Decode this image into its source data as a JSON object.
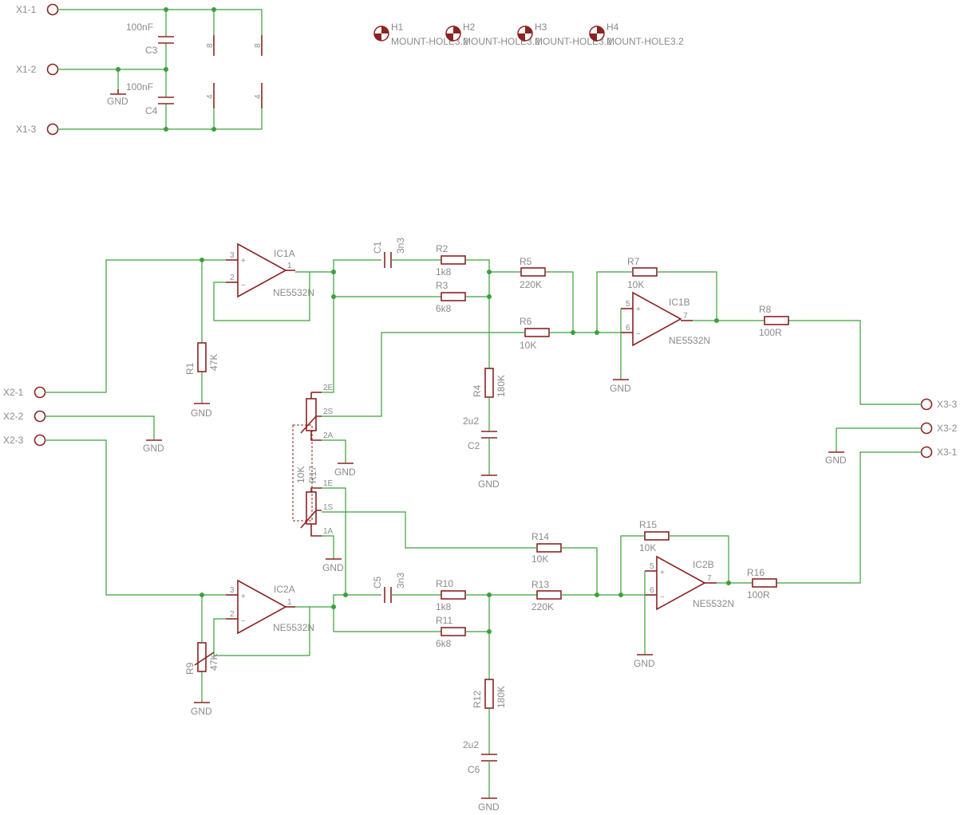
{
  "connectors": {
    "x1_1": "X1-1",
    "x1_2": "X1-2",
    "x1_3": "X1-3",
    "x2_1": "X2-1",
    "x2_2": "X2-2",
    "x2_3": "X2-3",
    "x3_1": "X3-1",
    "x3_2": "X3-2",
    "x3_3": "X3-3"
  },
  "gnd": "GND",
  "power": {
    "c3_value": "100nF",
    "c3_name": "C3",
    "c4_value": "100nF",
    "c4_name": "C4",
    "pin8": "8",
    "pin4": "4"
  },
  "holes": [
    {
      "name": "H1",
      "value": "MOUNT-HOLE3.2"
    },
    {
      "name": "H2",
      "value": "MOUNT-HOLE3.2"
    },
    {
      "name": "H3",
      "value": "MOUNT-HOLE3.2"
    },
    {
      "name": "H4",
      "value": "MOUNT-HOLE3.2"
    }
  ],
  "opamps": {
    "ic1a": {
      "name": "IC1A",
      "value": "NE5532N",
      "pin_in_plus": "3",
      "pin_in_minus": "2",
      "pin_out": "1"
    },
    "ic1b": {
      "name": "IC1B",
      "value": "NE5532N",
      "pin_in_plus": "5",
      "pin_in_minus": "6",
      "pin_out": "7"
    },
    "ic2a": {
      "name": "IC2A",
      "value": "NE5532N",
      "pin_in_plus": "3",
      "pin_in_minus": "2",
      "pin_out": "1"
    },
    "ic2b": {
      "name": "IC2B",
      "value": "NE5532N",
      "pin_in_plus": "5",
      "pin_in_minus": "6",
      "pin_out": "7"
    }
  },
  "resistors": {
    "r1": {
      "name": "R1",
      "value": "47K"
    },
    "r2": {
      "name": "R2",
      "value": "1k8"
    },
    "r3": {
      "name": "R3",
      "value": "6k8"
    },
    "r4": {
      "name": "R4",
      "value": "180K"
    },
    "r5": {
      "name": "R5",
      "value": "220K"
    },
    "r6": {
      "name": "R6",
      "value": "10K"
    },
    "r7": {
      "name": "R7",
      "value": "10K"
    },
    "r8": {
      "name": "R8",
      "value": "100R"
    },
    "r9": {
      "name": "R9",
      "value": "47K"
    },
    "r10": {
      "name": "R10",
      "value": "1k8"
    },
    "r11": {
      "name": "R11",
      "value": "6k8"
    },
    "r12": {
      "name": "R12",
      "value": "180K"
    },
    "r13": {
      "name": "R13",
      "value": "220K"
    },
    "r14": {
      "name": "R14",
      "value": "10K"
    },
    "r15": {
      "name": "R15",
      "value": "10K"
    },
    "r16": {
      "name": "R16",
      "value": "100R"
    }
  },
  "capacitors": {
    "c1": {
      "name": "C1",
      "value": "3n3"
    },
    "c2": {
      "name": "C2",
      "value": "2u2"
    },
    "c5": {
      "name": "C5",
      "value": "3n3"
    },
    "c6": {
      "name": "C6",
      "value": "2u2"
    }
  },
  "pot": {
    "name": "R17",
    "value": "10K",
    "p2e": "2E",
    "p2s": "2S",
    "p2a": "2A",
    "p1e": "1E",
    "p1s": "1S",
    "p1a": "1A"
  },
  "colors": {
    "wire": "#3aa13a",
    "part": "#8b2323",
    "label": "#8b8b8b",
    "background": "#ffffff"
  }
}
